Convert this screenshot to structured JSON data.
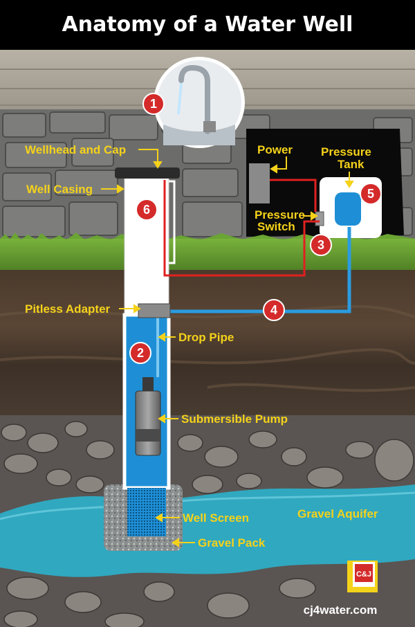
{
  "title": "Anatomy of a Water Well",
  "labels": {
    "wellhead": "Wellhead and Cap",
    "casing": "Well Casing",
    "pitless": "Pitless Adapter",
    "drop_pipe": "Drop Pipe",
    "pump": "Submersible Pump",
    "screen": "Well Screen",
    "gravel_pack": "Gravel Pack",
    "aquifer": "Gravel Aquifer",
    "power": "Power",
    "pressure_tank": "Pressure Tank",
    "pressure_switch": "Pressure Switch"
  },
  "markers": [
    "1",
    "2",
    "3",
    "4",
    "5",
    "6"
  ],
  "logo": {
    "text": "C&J",
    "site": "cj4water.com"
  },
  "colors": {
    "label_yellow": "#f5d21a",
    "marker_red": "#d42a2a",
    "water_blue": "#1e8fd6",
    "aquifer_cyan": "#2ab4cf",
    "wire_red": "#e02020"
  }
}
